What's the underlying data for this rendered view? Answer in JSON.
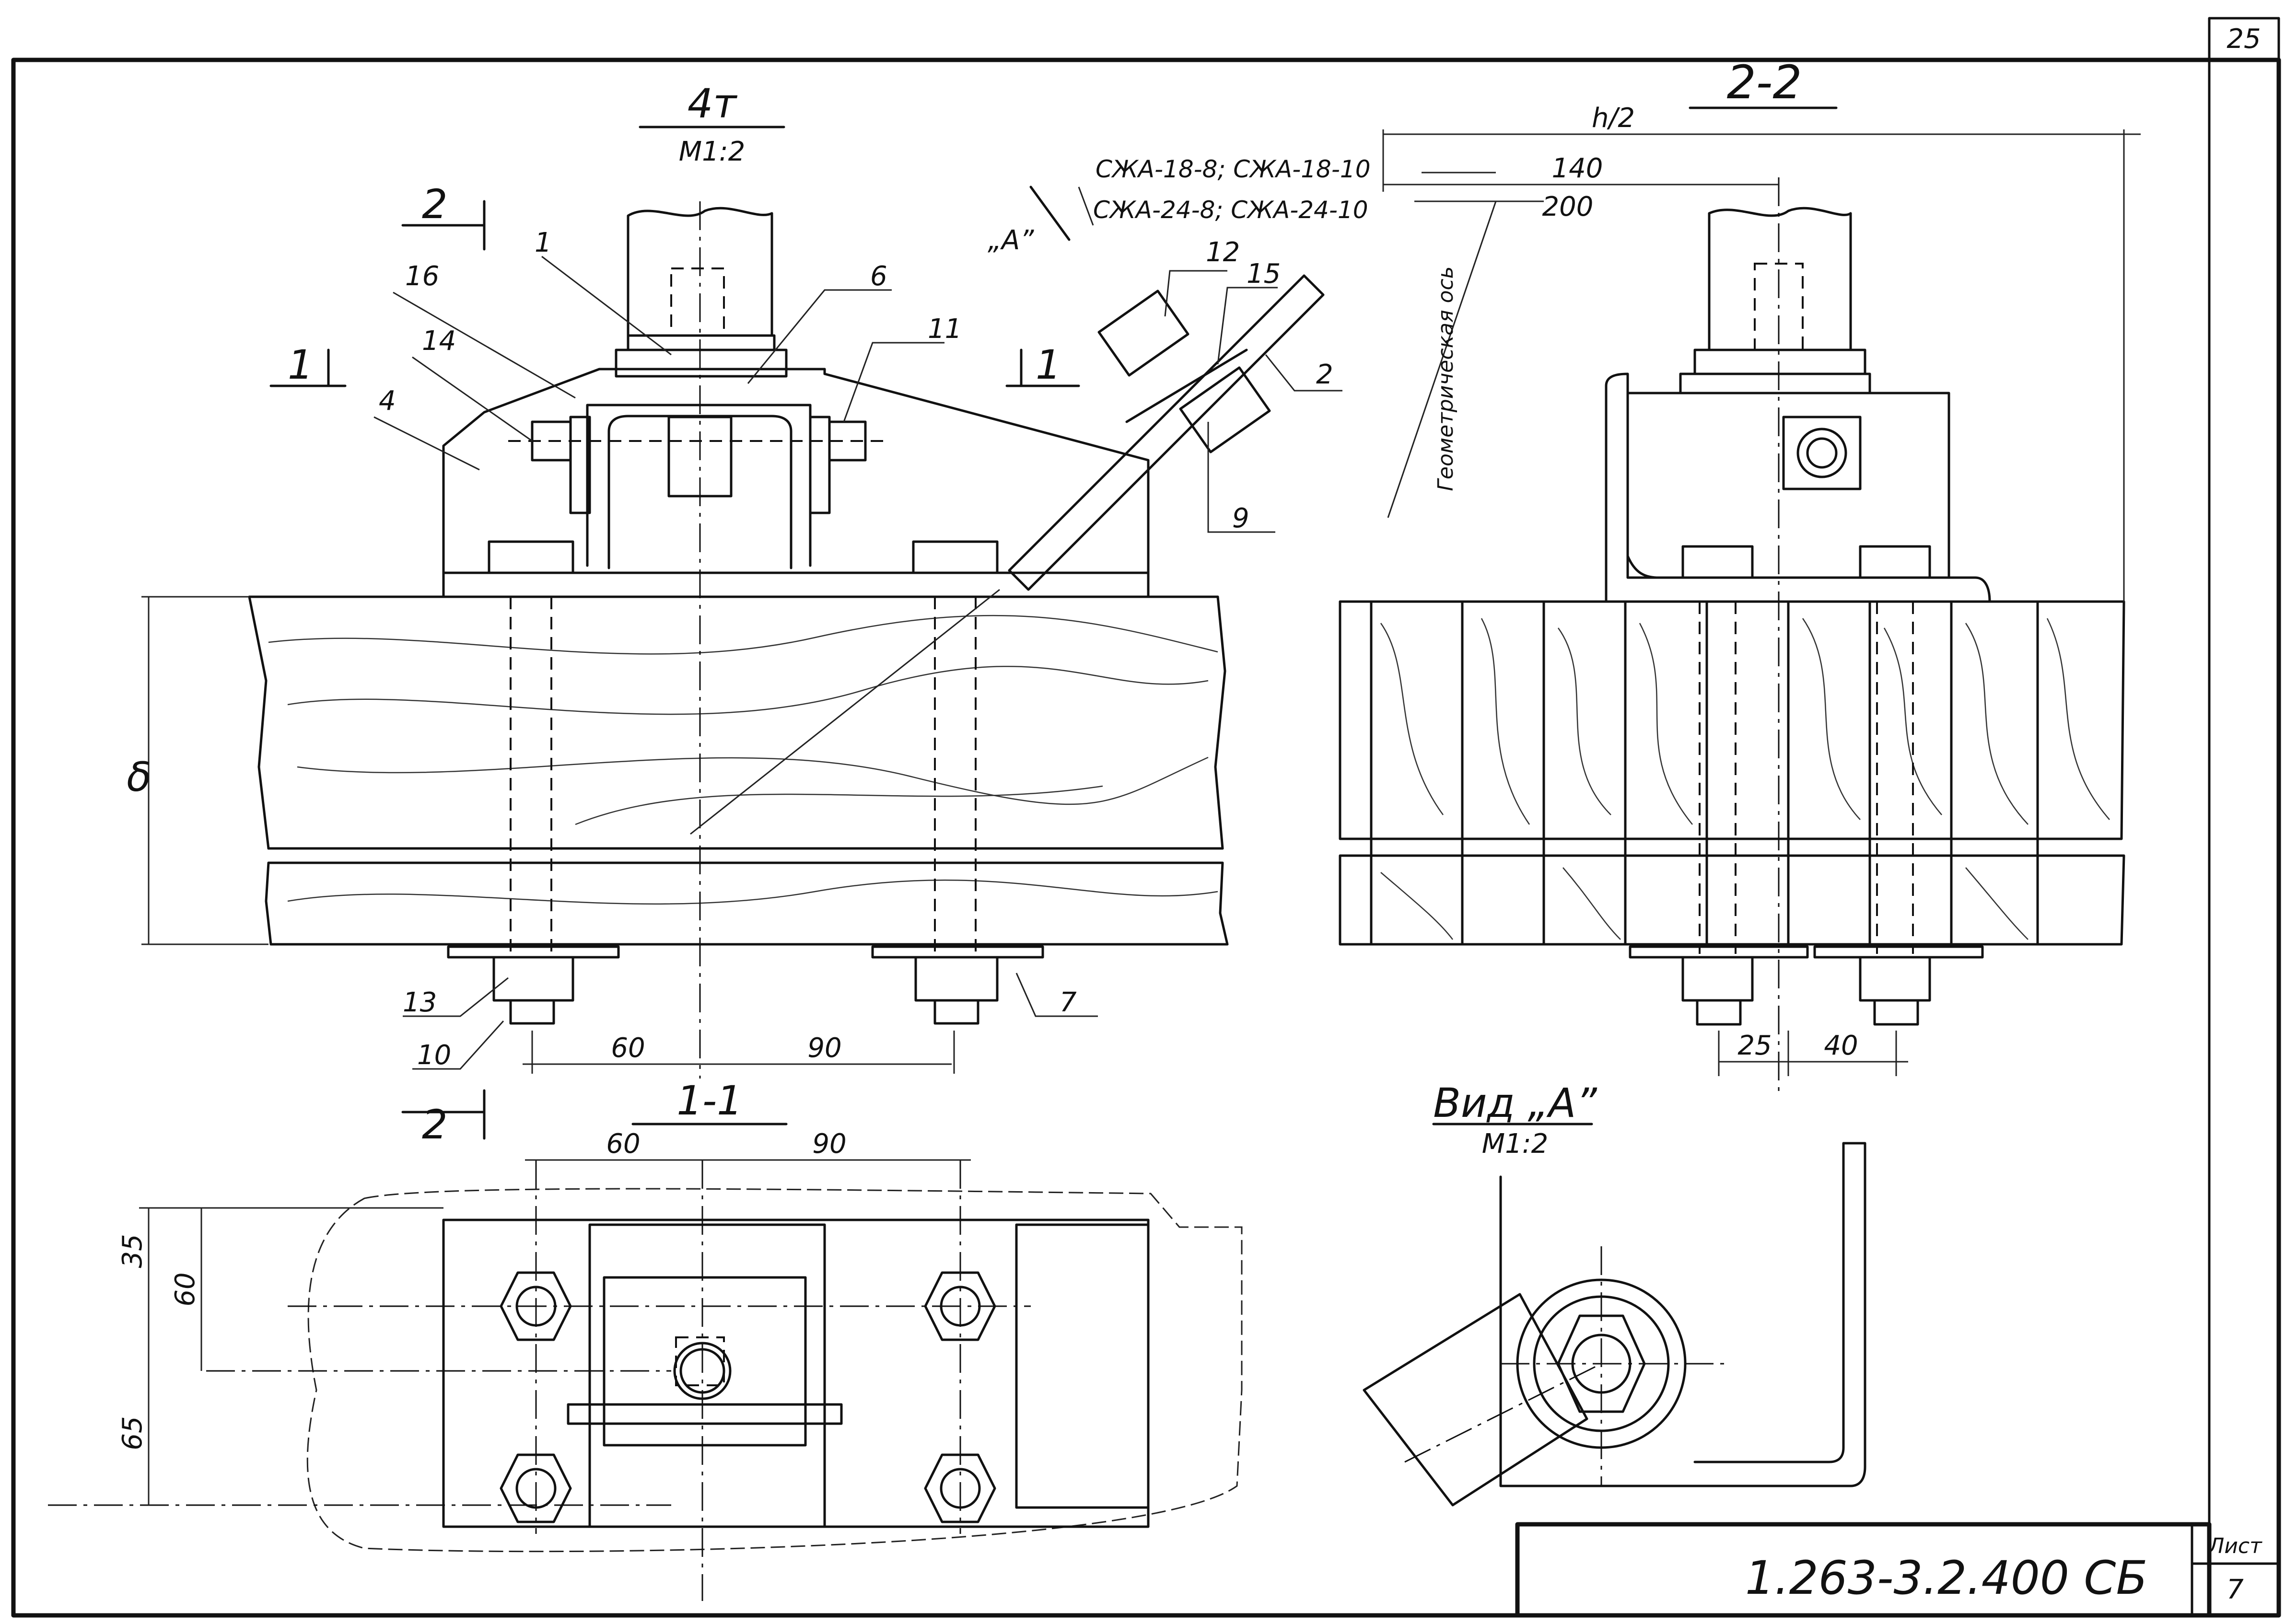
{
  "sheet": {
    "corner_number": "25",
    "doc_code": "1.263-3.2.400 СБ",
    "list_label": "Лист",
    "list_number": "7"
  },
  "views": {
    "main": {
      "title": "4т",
      "scale": "М1:2"
    },
    "section_2_2": {
      "title": "2-2"
    },
    "section_1_1": {
      "title": "1-1"
    },
    "view_a": {
      "title": "Вид „А”",
      "scale": "М1:2"
    }
  },
  "markers": {
    "section_2": "2",
    "section_1": "1",
    "view_a_arrow": "„А”",
    "geometric_axis": "Геометрическая ось"
  },
  "callouts": [
    "1",
    "16",
    "14",
    "4",
    "6",
    "11",
    "12",
    "15",
    "2",
    "9",
    "13",
    "10",
    "7"
  ],
  "grades": {
    "line1": "СЖА-18-8; СЖА-18-10",
    "line2": "СЖА-24-8; СЖА-24-10"
  },
  "dimensions": {
    "main_left": "60",
    "main_right": "90",
    "thickness": "δ",
    "half_h": "h/2",
    "d140": "140",
    "d200": "200",
    "d25": "25",
    "d40": "40",
    "plan_60": "60",
    "plan_90": "90",
    "plan_35": "35",
    "plan_60v": "60",
    "plan_65": "65"
  }
}
